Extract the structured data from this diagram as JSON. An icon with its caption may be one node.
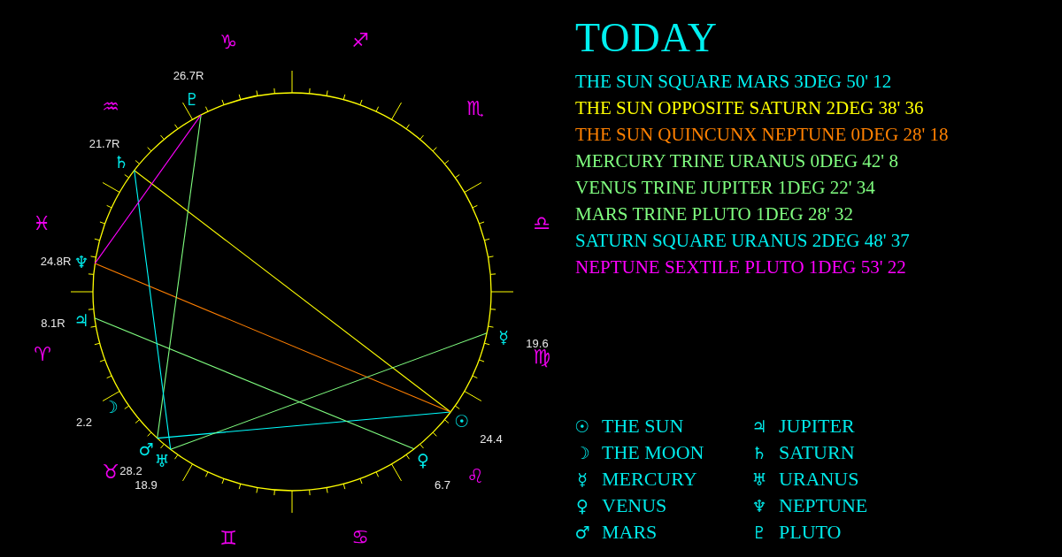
{
  "diagram": {
    "title": "TODAY",
    "labels": [
      "♑",
      "♐",
      "THE SUN SQUARE MARS 3DEG 50' 12",
      "THE SUN OPPOSITE SATURN 2DEG 38' 36",
      "THE SUN QUINCUNX NEPTUNE 0DEG 28' 18",
      "MERCURY TRINE URANUS 0DEG 42' 8",
      "VENUS TRINE JUPITER 1DEG 22' 34",
      "MARS TRINE PLUTO 1DEG 28' 32",
      "SATURN SQUARE URANUS 2DEG 48' 37",
      "NEPTUNE SEXTILE PLUTO 1DEG 53' 22",
      "26.7R",
      "♇",
      "♒",
      "♏",
      "21.7R",
      "♄",
      "♓",
      "♎",
      "24.8R",
      "♆",
      "8.1R",
      "♃",
      "☿",
      "19.6",
      "♈",
      "♍",
      "☽",
      "2.2",
      "☉",
      "24.4",
      "♂",
      "♅",
      "♀",
      "♉",
      "28.2",
      "♌",
      "18.9",
      "6.7",
      "♊",
      "♋",
      "☉",
      "THE SUN",
      "♃",
      "JUPITER",
      "☽",
      "THE MOON",
      "♄",
      "SATURN",
      "☿",
      "MERCURY",
      "♅",
      "URANUS",
      "♀",
      "VENUS",
      "♆",
      "NEPTUNE",
      "♂",
      "MARS",
      "♇",
      "PLUTO"
    ]
  }
}
